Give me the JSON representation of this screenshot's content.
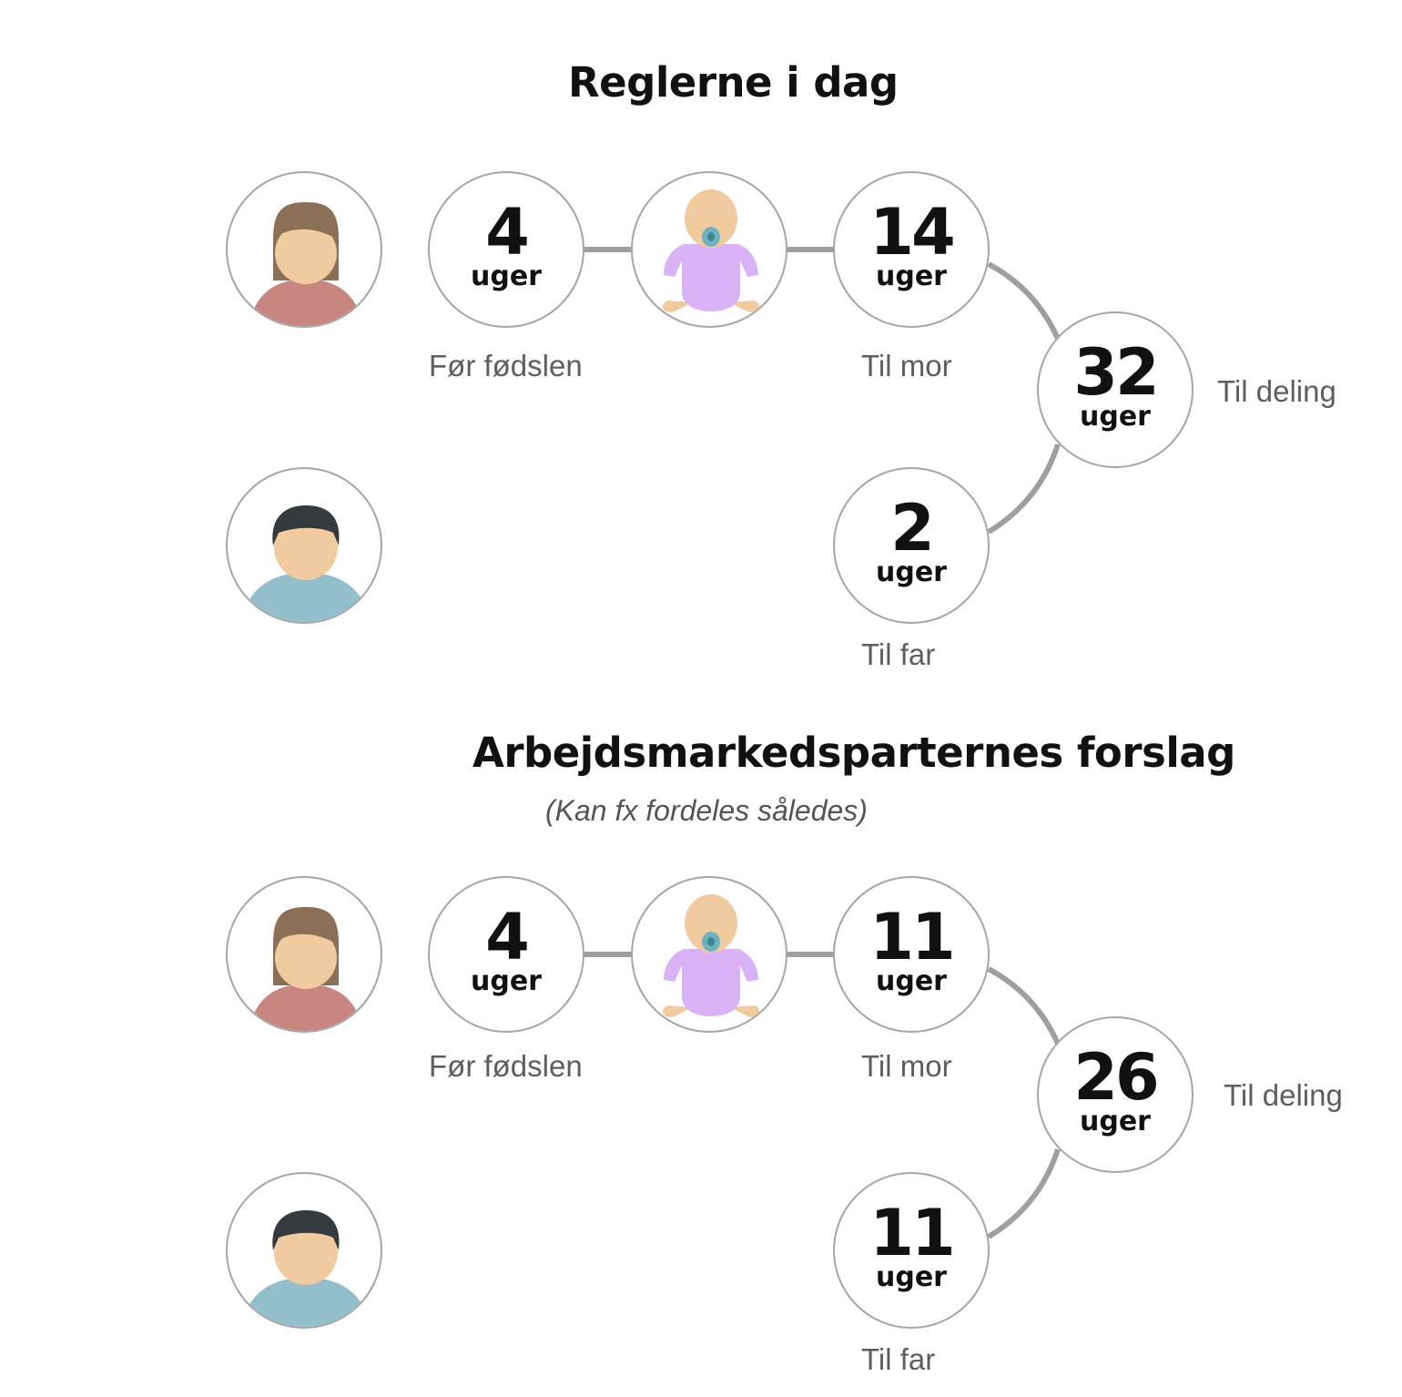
{
  "sections": [
    {
      "title": "Reglerne i dag",
      "subtitle": "",
      "before": {
        "value": "4",
        "unit": "uger",
        "label": "Før fødslen"
      },
      "mother": {
        "value": "14",
        "unit": "uger",
        "label": "Til mor"
      },
      "shared": {
        "value": "32",
        "unit": "uger",
        "label": "Til deling"
      },
      "father": {
        "value": "2",
        "unit": "uger",
        "label": "Til far"
      }
    },
    {
      "title": "Arbejdsmarkedsparternes forslag",
      "subtitle": "(Kan fx fordeles således)",
      "before": {
        "value": "4",
        "unit": "uger",
        "label": "Før fødslen"
      },
      "mother": {
        "value": "11",
        "unit": "uger",
        "label": "Til mor"
      },
      "shared": {
        "value": "26",
        "unit": "uger",
        "label": "Til deling"
      },
      "father": {
        "value": "11",
        "unit": "uger",
        "label": "Til far"
      }
    }
  ],
  "icons": {
    "mother": "mother-avatar-icon",
    "father": "father-avatar-icon",
    "baby": "baby-icon"
  },
  "colors": {
    "mother_hair": "#8b7057",
    "mother_shirt": "#c98580",
    "skin": "#f1cba0",
    "father_hair": "#343a3e",
    "father_shirt": "#93bfcc",
    "baby_suit": "#d9b3f5",
    "pacifier": "#6fb2bf",
    "circle_border": "#a6a6a6",
    "connector": "#9f9f9f"
  }
}
